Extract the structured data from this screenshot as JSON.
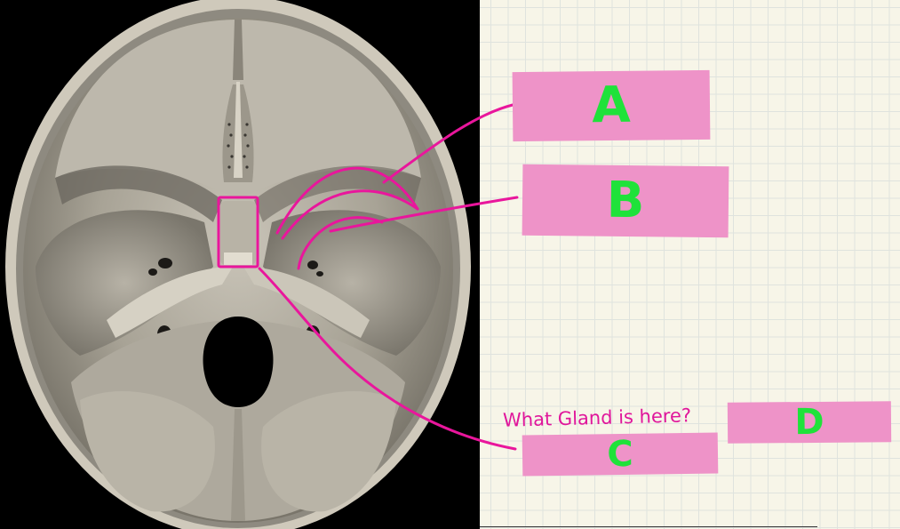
{
  "labels": {
    "a": "A",
    "b": "B",
    "c": "C",
    "d": "D"
  },
  "question": "What Gland is here?",
  "colors": {
    "label_fill": "#ee93c8",
    "label_text": "#1fe23a",
    "annotation_line": "#e9169c",
    "note_background": "#f7f5e8",
    "grid_line": "#dfe3de"
  }
}
